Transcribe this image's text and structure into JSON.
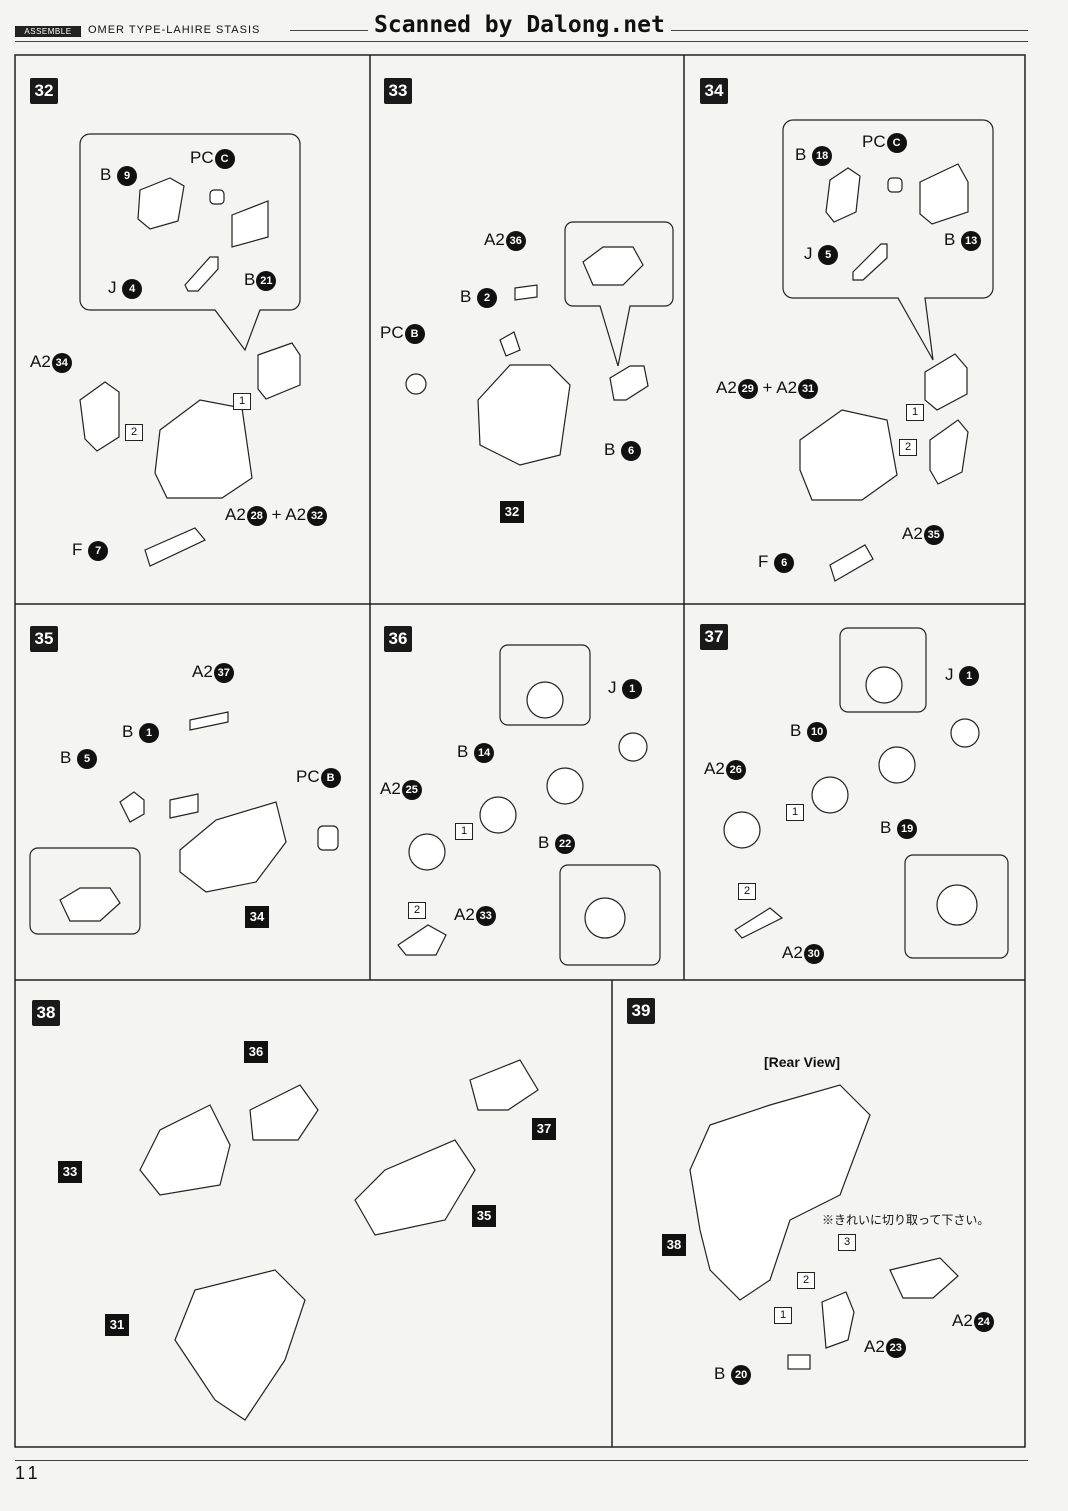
{
  "header": {
    "assemble_tab": "ASSEMBLE",
    "model_name": "OMER TYPE-LAHIRE STASIS",
    "watermark": "Scanned by Dalong.net"
  },
  "footer": {
    "page_number": "11"
  },
  "steps": {
    "s32": {
      "number": "32",
      "labels": {
        "pc": "PC",
        "pc_c": "C",
        "b": "B",
        "b9": "9",
        "b21": "21",
        "j": "J",
        "j4": "4",
        "a2": "A2",
        "a2_34": "34",
        "a2_28": "28",
        "plus": "+",
        "a2_32": "32",
        "f": "F",
        "f7": "7",
        "o1": "1",
        "o2": "2"
      }
    },
    "s33": {
      "number": "33",
      "labels": {
        "a2": "A2",
        "a2_36": "36",
        "b": "B",
        "b2": "2",
        "pc": "PC",
        "pc_b": "B",
        "b6": "6",
        "ref": "32"
      }
    },
    "s34": {
      "number": "34",
      "labels": {
        "b": "B",
        "b18": "18",
        "pc": "PC",
        "pc_c": "C",
        "b13": "13",
        "j": "J",
        "j5": "5",
        "a2": "A2",
        "a2_29": "29",
        "plus": "+",
        "a2_31": "31",
        "a2_35": "35",
        "f": "F",
        "f6": "6",
        "o1": "1",
        "o2": "2"
      }
    },
    "s35": {
      "number": "35",
      "labels": {
        "a2": "A2",
        "a2_37": "37",
        "b": "B",
        "b1": "1",
        "b5": "5",
        "pc": "PC",
        "pc_b": "B",
        "ref": "34"
      }
    },
    "s36": {
      "number": "36",
      "labels": {
        "j": "J",
        "j1": "1",
        "b": "B",
        "b14": "14",
        "a2": "A2",
        "a2_25": "25",
        "b22": "22",
        "a2_33": "33",
        "o1": "1",
        "o2": "2"
      }
    },
    "s37": {
      "number": "37",
      "labels": {
        "j": "J",
        "j1": "1",
        "b": "B",
        "b10": "10",
        "a2": "A2",
        "a2_26": "26",
        "b19": "19",
        "a2_30": "30",
        "o1": "1",
        "o2": "2"
      }
    },
    "s38": {
      "number": "38",
      "labels": {
        "r36": "36",
        "r33": "33",
        "r37": "37",
        "r35": "35",
        "r31": "31"
      }
    },
    "s39": {
      "number": "39",
      "labels": {
        "rear_view": "[Rear View]",
        "note": "※きれいに切り取って下さい。",
        "r38": "38",
        "a2": "A2",
        "a2_24": "24",
        "a2_23": "23",
        "b": "B",
        "b20": "20",
        "o1": "1",
        "o2": "2",
        "o3": "3"
      }
    }
  }
}
